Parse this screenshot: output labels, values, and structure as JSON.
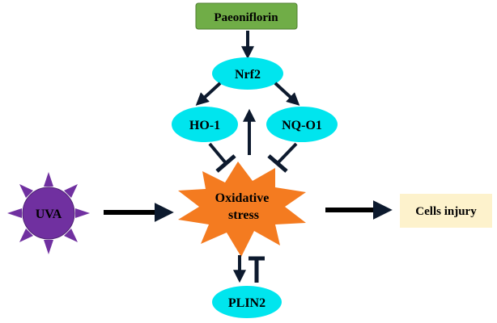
{
  "nodes": {
    "paeoniflorin": "Paeoniflorin",
    "nrf2": "Nrf2",
    "ho1": "HO-1",
    "nqo1": "NQ-O1",
    "uva": "UVA",
    "oxidative_stress_line1": "Oxidative",
    "oxidative_stress_line2": "stress",
    "cells_injury": "Cells injury",
    "plin2": "PLIN2"
  },
  "colors": {
    "paeoniflorin_fill": "#70ad47",
    "ellipse_fill": "#00e5ee",
    "uva_fill": "#7030a0",
    "burst_fill": "#f47b20",
    "cells_injury_fill": "#fdf2cc",
    "arrow": "#0d1a2e"
  }
}
